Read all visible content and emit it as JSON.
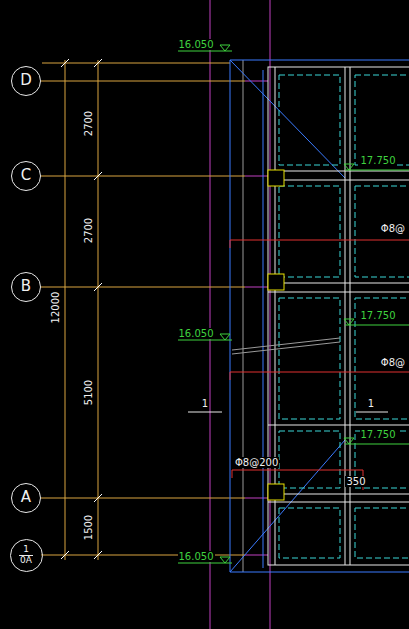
{
  "diagram": {
    "nodes": [
      {
        "text": [
          "D"
        ]
      },
      {
        "text": [
          "C"
        ]
      },
      {
        "text": [
          "B"
        ]
      },
      {
        "text": [
          "A"
        ]
      },
      {
        "text": [
          "1",
          "0A"
        ]
      }
    ],
    "edges": [],
    "labels": [
      "16.050",
      "2700",
      "17.750",
      "Φ8@",
      "2700",
      "12000",
      "17.750",
      "16.050",
      "Φ8@",
      "5100",
      "1",
      "1",
      "17.750",
      "Φ8@200",
      "350",
      "1500",
      "16.050"
    ]
  }
}
